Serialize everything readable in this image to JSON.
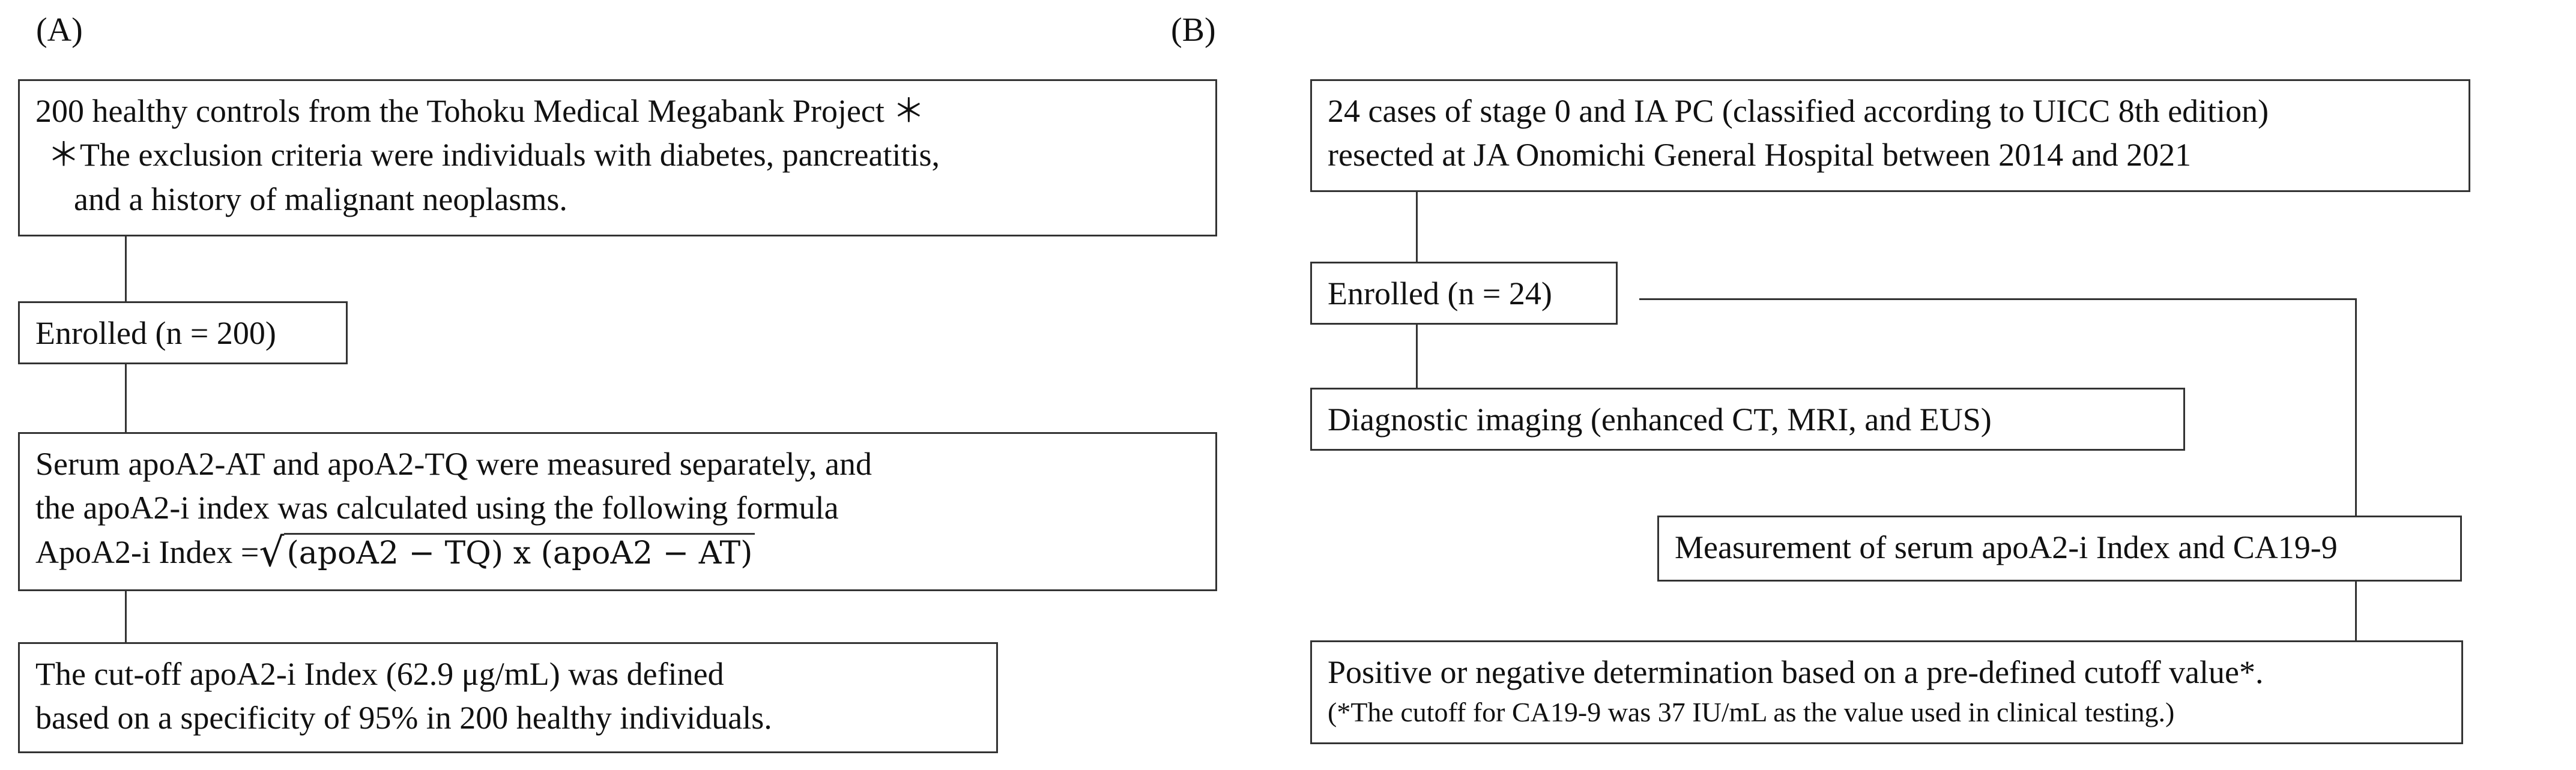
{
  "panel_a": {
    "label": "(A)",
    "box1": {
      "line1": "200 healthy controls from the Tohoku Medical Megabank Project ＊",
      "line2": "＊The exclusion criteria were individuals with diabetes, pancreatitis,",
      "line3": "and a history of malignant neoplasms."
    },
    "box2": "Enrolled (n = 200)",
    "box3": {
      "line1": "Serum apoA2-AT and apoA2-TQ were measured separately, and",
      "line2": "the apoA2-i index was calculated using the following formula",
      "formula_prefix": "ApoA2-i Index =",
      "radical": "√",
      "formula_radicand": "(apoA2 − TQ) x (apoA2 − AT)"
    },
    "box4": {
      "line1": "The cut-off apoA2-i Index  (62.9 μg/mL) was defined",
      "line2": "based on a specificity of 95% in 200 healthy individuals."
    }
  },
  "panel_b": {
    "label": "(B)",
    "box1": {
      "line1": "24 cases of stage 0 and IA PC (classified according to UICC 8th edition)",
      "line2": "resected at JA Onomichi General Hospital between 2014 and 2021"
    },
    "box2": "Enrolled (n = 24)",
    "box3": "Diagnostic imaging (enhanced CT, MRI, and EUS)",
    "box4": "Measurement of serum apoA2-i Index and CA19-9",
    "box5": {
      "line1": "Positive or negative determination based on a pre-defined cutoff value*.",
      "line2": "(*The cutoff for CA19-9 was 37 IU/mL as the value used in clinical testing.)"
    }
  }
}
